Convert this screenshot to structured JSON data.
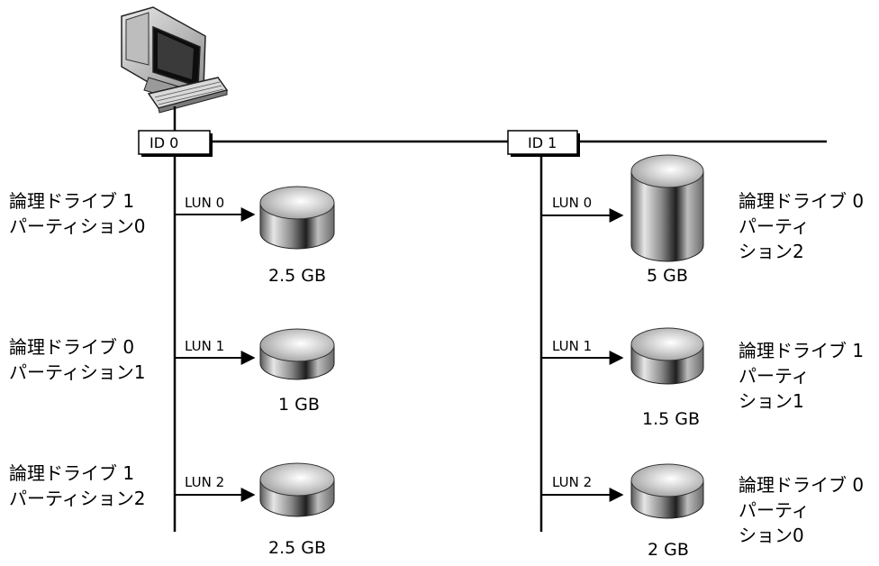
{
  "targets": [
    {
      "id_label": "ID 0",
      "luns": [
        {
          "lun": "LUN 0",
          "capacity": "2.5 GB",
          "desc": [
            "論理ドライブ 1",
            "パーティション0"
          ]
        },
        {
          "lun": "LUN 1",
          "capacity": "1 GB",
          "desc": [
            "論理ドライブ 0",
            "パーティション1"
          ]
        },
        {
          "lun": "LUN 2",
          "capacity": "2.5 GB",
          "desc": [
            "論理ドライブ 1",
            "パーティション2"
          ]
        }
      ]
    },
    {
      "id_label": "ID 1",
      "luns": [
        {
          "lun": "LUN 0",
          "capacity": "5 GB",
          "desc": [
            "論理ドライブ 0",
            "パーティ",
            "ション2"
          ]
        },
        {
          "lun": "LUN 1",
          "capacity": "1.5 GB",
          "desc": [
            "論理ドライブ 1",
            "パーティ",
            "ション1"
          ]
        },
        {
          "lun": "LUN 2",
          "capacity": "2 GB",
          "desc": [
            "論理ドライブ 0",
            "パーティ",
            "ション0"
          ]
        }
      ]
    }
  ]
}
